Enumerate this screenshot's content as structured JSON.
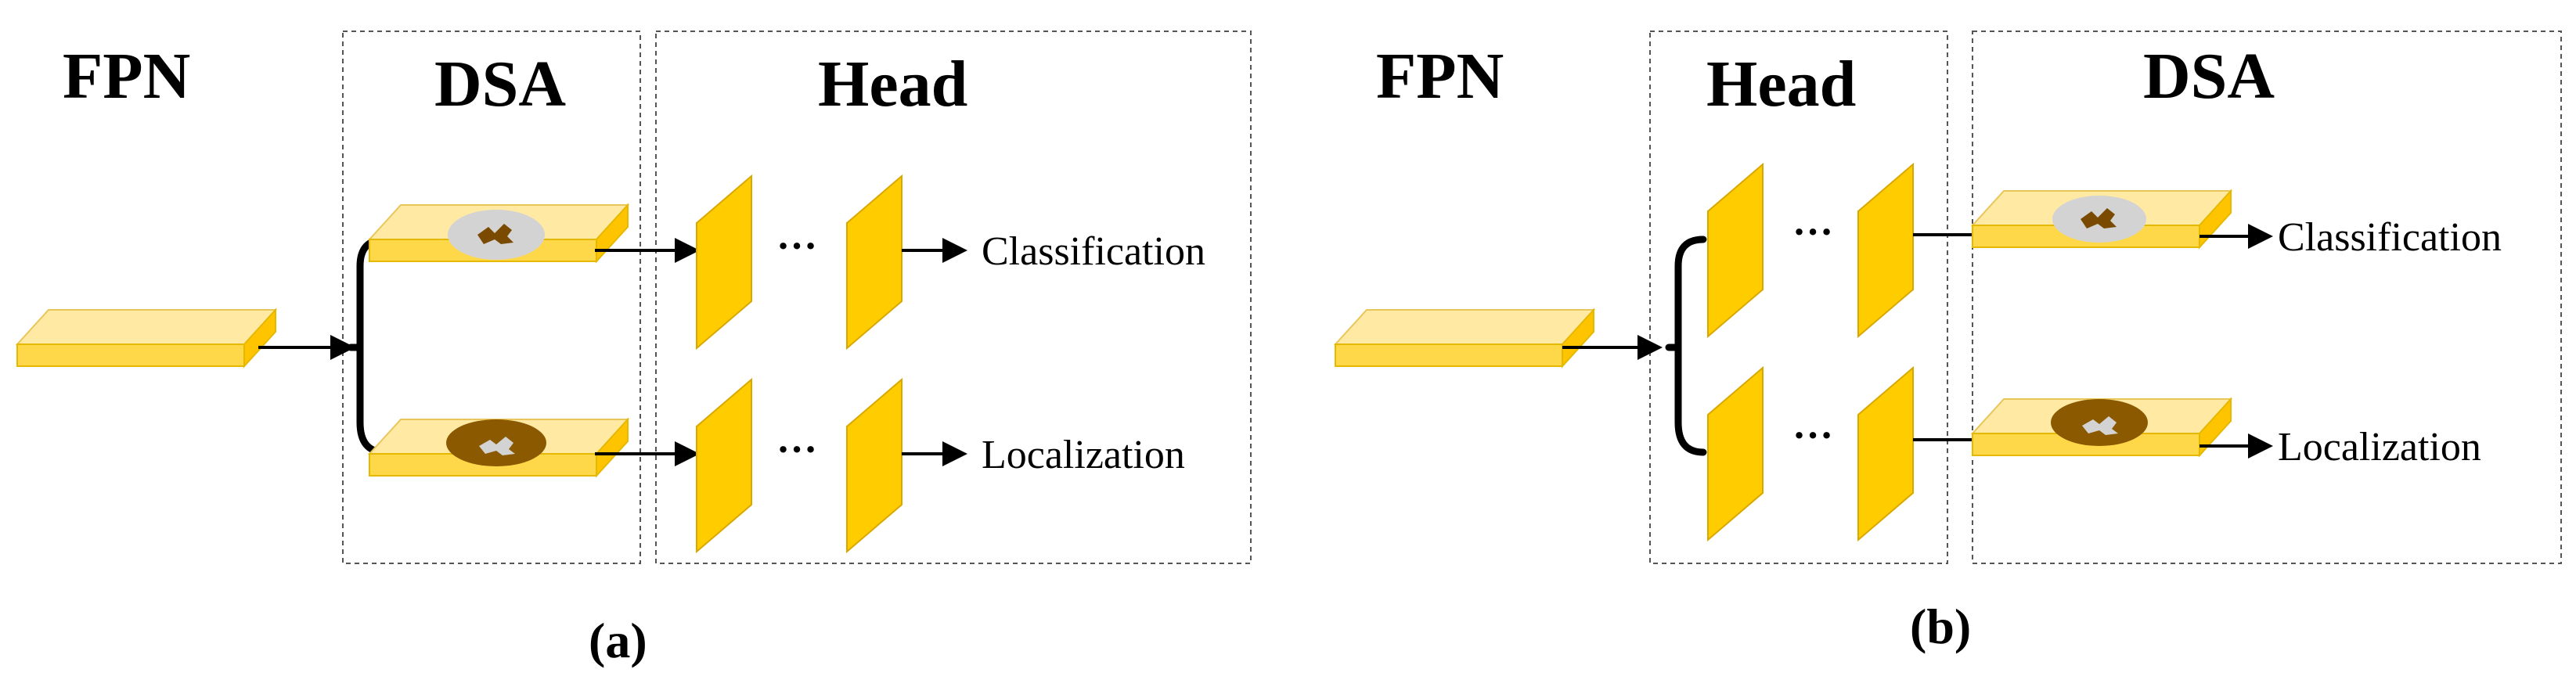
{
  "panel_a": {
    "fpn_title": "FPN",
    "dsa_title": "DSA",
    "head_title": "Head",
    "classification_label": "Classification",
    "localization_label": "Localization",
    "ellipsis_top": "…",
    "ellipsis_bottom": "…",
    "caption": "(a)"
  },
  "panel_b": {
    "fpn_title": "FPN",
    "head_title": "Head",
    "dsa_title": "DSA",
    "classification_label": "Classification",
    "localization_label": "Localization",
    "ellipsis_top": "…",
    "ellipsis_bottom": "…",
    "caption": "(b)"
  },
  "colors": {
    "plate_top": "#ffe9a3",
    "plate_front": "#ffd84a",
    "head_sheet": "#ffcc00",
    "mask_light_ring": "#d3d3d3",
    "mask_dark_ring": "#8b5a00",
    "mask_brown_blob": "#7a4a00"
  }
}
